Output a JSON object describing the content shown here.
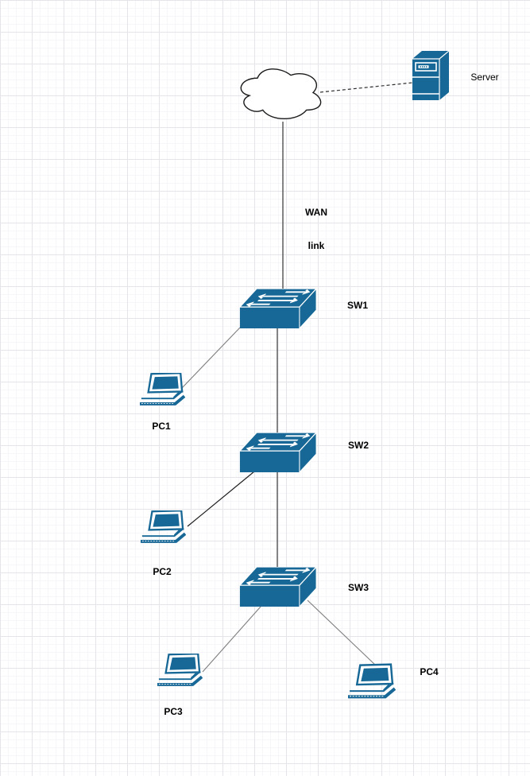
{
  "app": {
    "type": "network-topology-diagram"
  },
  "palette": {
    "node_fill": "#176896",
    "node_stroke": "#ffffff",
    "cloud_stroke": "#1a1a1a",
    "edge_gray": "#7e7e7e",
    "edge_dark": "#4f4f4f",
    "edge_black": "#1f1f1f",
    "edge_dashed": "#2e2e2e",
    "label_color": "#000000",
    "grid_minor": "#f6f6fa",
    "grid_major": "#e5e5e9",
    "background": "#ffffff"
  },
  "nodes": {
    "cloud": {
      "label": "",
      "icon": "cloud-icon"
    },
    "server": {
      "label": "Server",
      "icon": "server-icon"
    },
    "sw1": {
      "label": "SW1",
      "icon": "switch-icon"
    },
    "sw2": {
      "label": "SW2",
      "icon": "switch-icon"
    },
    "sw3": {
      "label": "SW3",
      "icon": "switch-icon"
    },
    "pc1": {
      "label": "PC1",
      "icon": "laptop-icon"
    },
    "pc2": {
      "label": "PC2",
      "icon": "laptop-icon"
    },
    "pc3": {
      "label": "PC3",
      "icon": "laptop-icon"
    },
    "pc4": {
      "label": "PC4",
      "icon": "laptop-icon"
    }
  },
  "edges": [
    {
      "from": "cloud",
      "to": "server",
      "style": "dashed"
    },
    {
      "from": "cloud",
      "to": "sw1",
      "style": "solid",
      "label": "WAN link"
    },
    {
      "from": "sw1",
      "to": "pc1",
      "style": "solid"
    },
    {
      "from": "sw1",
      "to": "sw2",
      "style": "solid"
    },
    {
      "from": "sw2",
      "to": "pc2",
      "style": "solid"
    },
    {
      "from": "sw2",
      "to": "sw3",
      "style": "solid"
    },
    {
      "from": "sw3",
      "to": "pc3",
      "style": "solid"
    },
    {
      "from": "sw3",
      "to": "pc4",
      "style": "solid"
    }
  ],
  "wan_label": {
    "line1": "WAN",
    "line2": "link"
  }
}
